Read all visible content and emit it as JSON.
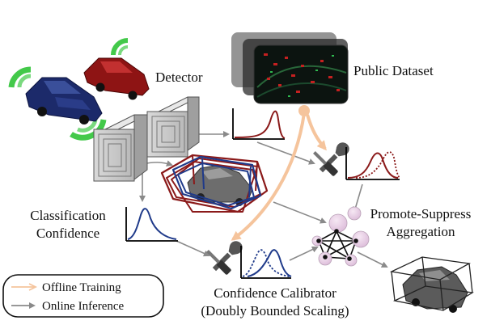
{
  "labels": {
    "detector": "Detector",
    "public_dataset": "Public Dataset",
    "classification_line1": "Classification",
    "classification_line2": "Confidence",
    "promote_line1": "Promote-Suppress",
    "promote_line2": "Aggregation",
    "calibrator_line1": "Confidence Calibrator",
    "calibrator_line2": "(Doubly Bounded Scaling)"
  },
  "legend": {
    "offline": "Offline Training",
    "online": "Online Inference"
  },
  "colors": {
    "offline_arrow": "#f5c49c",
    "online_arrow": "#8a8a8a",
    "dark_red": "#8b1a1a",
    "navy": "#1f3a8a",
    "sensor_green": "#22c02a",
    "node_pink": "#e8cfe6"
  },
  "icons": [
    "car-icon",
    "wrench-screwdriver-icon",
    "graph-icon",
    "dataset-stack-icon"
  ]
}
